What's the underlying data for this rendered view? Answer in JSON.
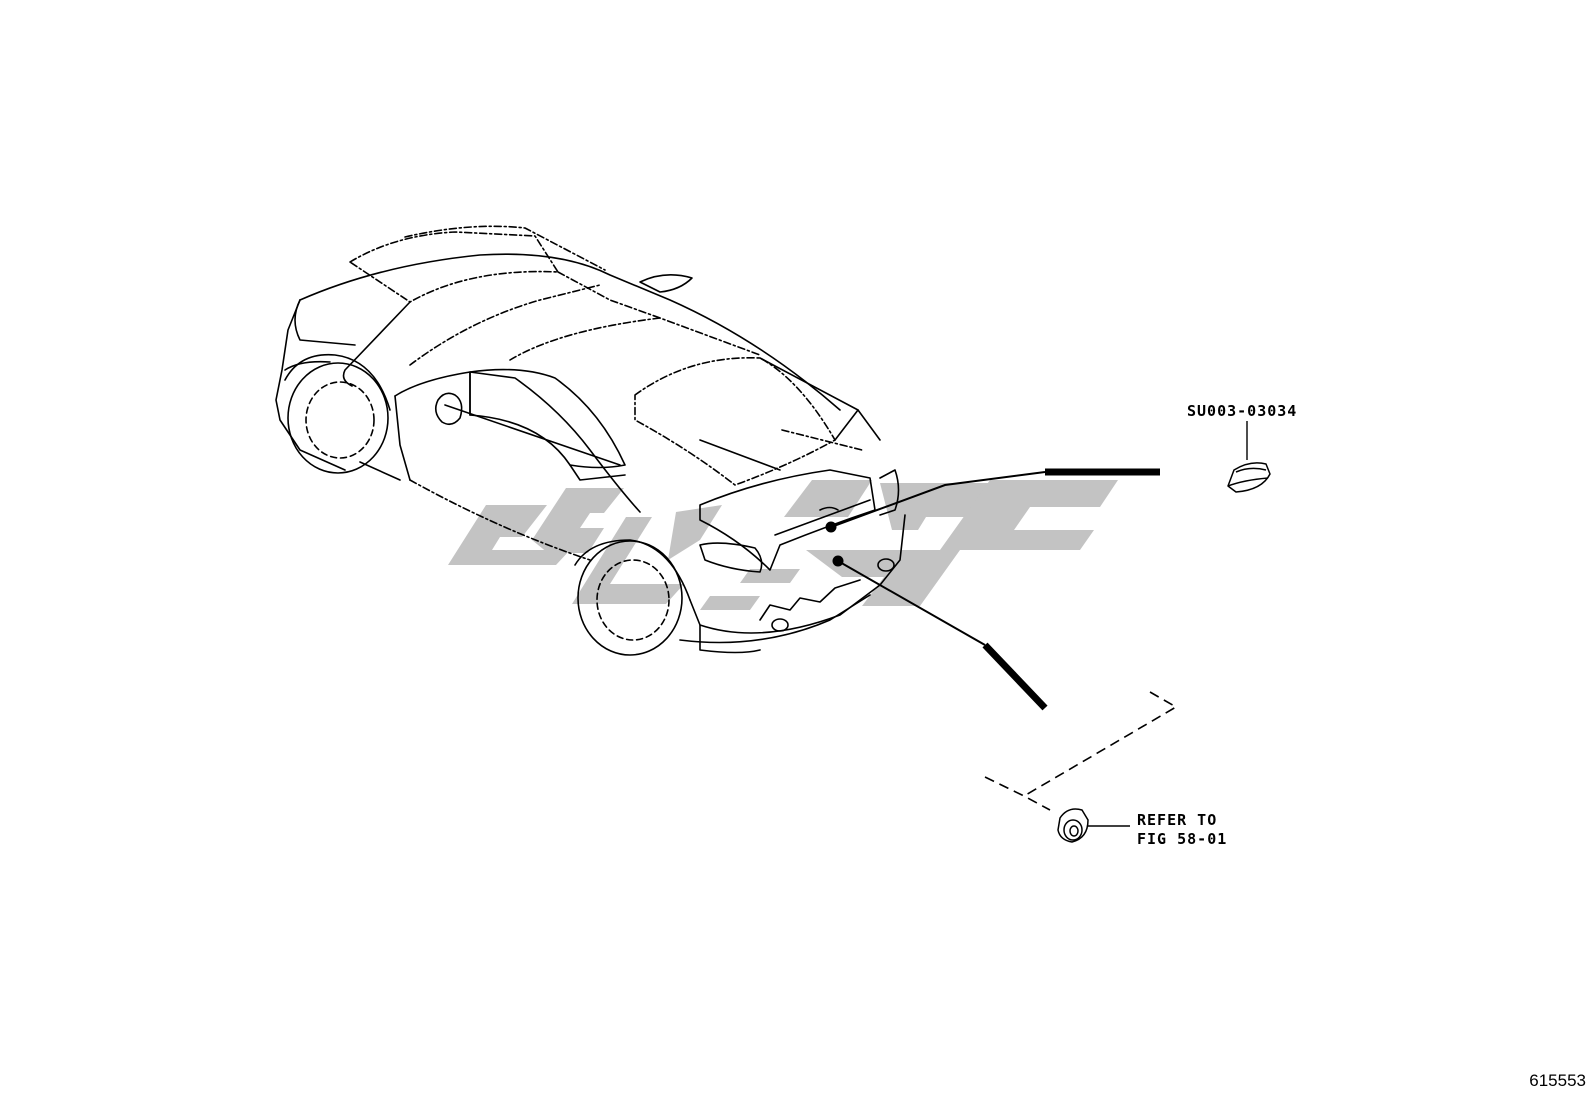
{
  "diagram": {
    "part_number": "SU003-03034",
    "reference": {
      "line1": "REFER TO",
      "line2": "FIG 58-01"
    },
    "figure_id": "615553",
    "watermark_color": "#c3c3c3",
    "line_color": "#000000",
    "background_color": "#ffffff"
  }
}
